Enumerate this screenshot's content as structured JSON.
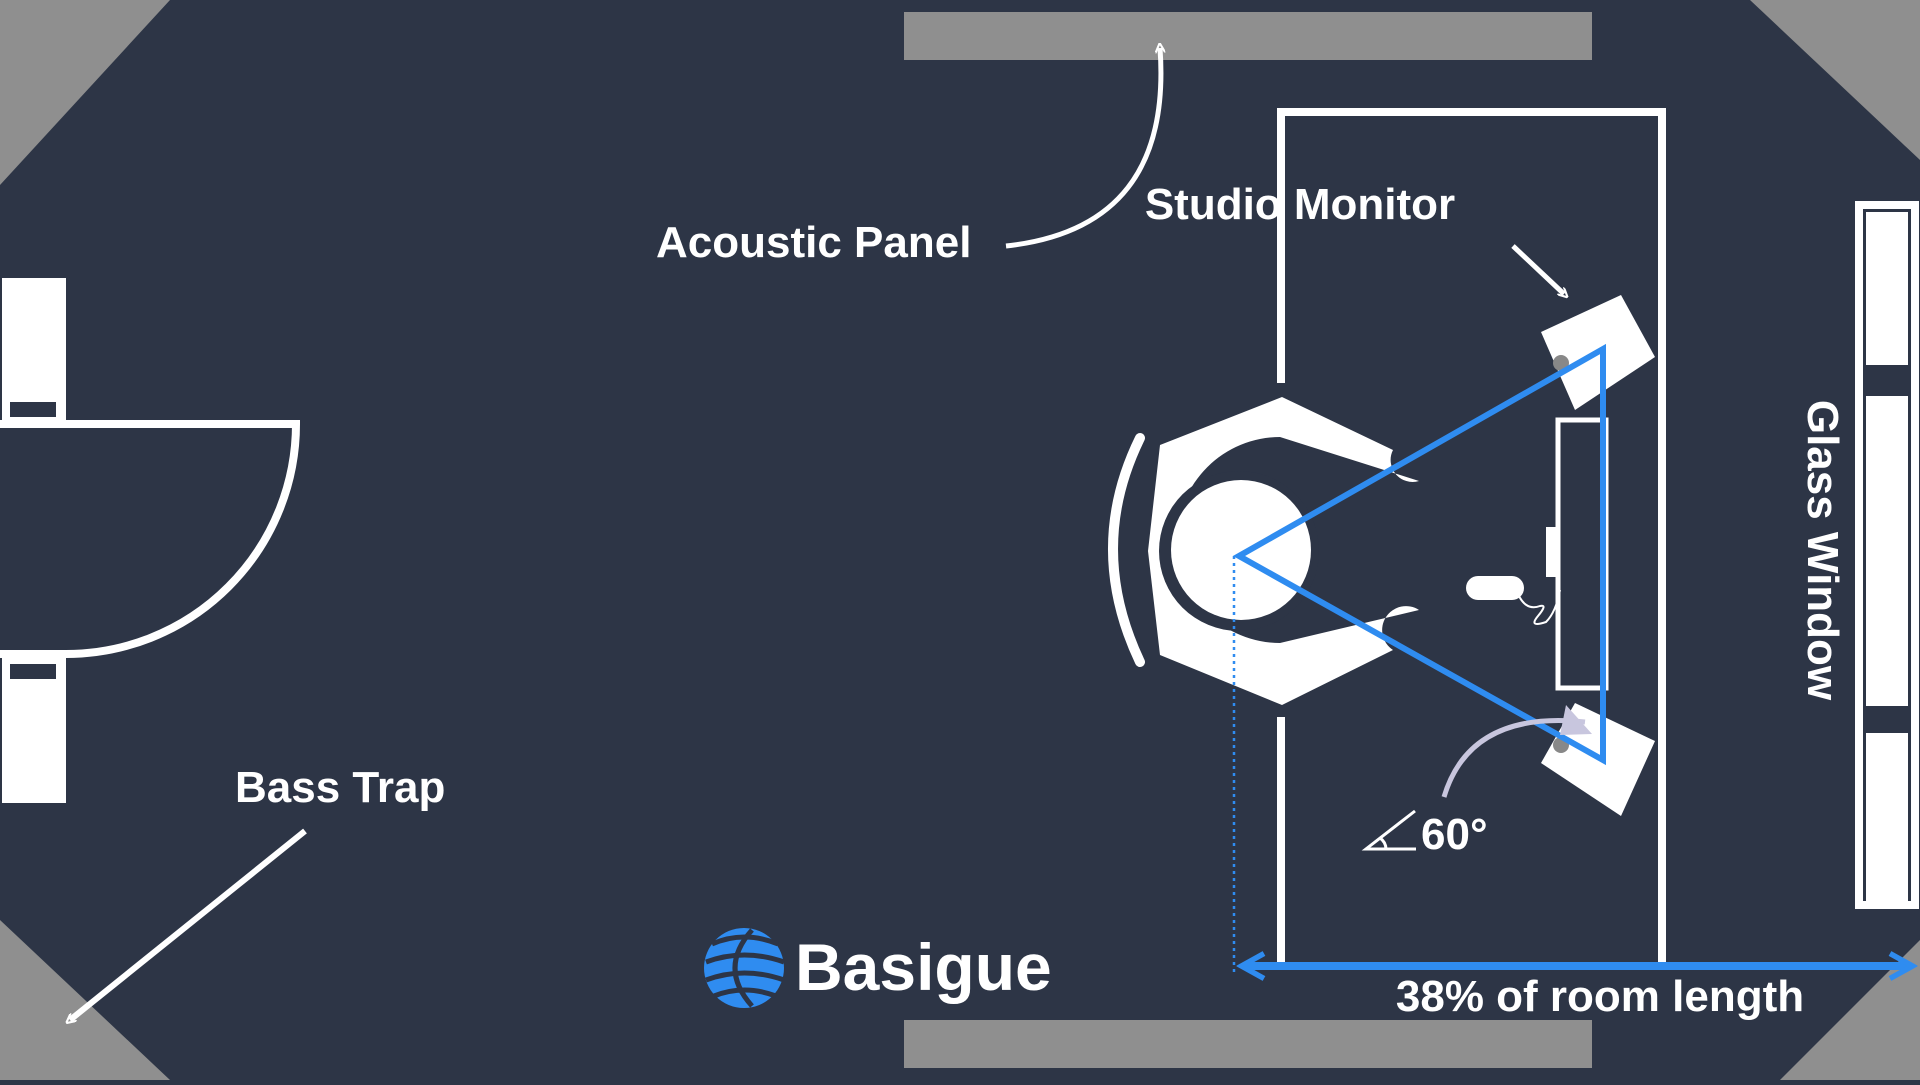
{
  "diagram": {
    "labels": {
      "acoustic_panel": "Acoustic Panel",
      "studio_monitor": "Studio Monitor",
      "glass_window": "Glass Window",
      "bass_trap": "Bass Trap",
      "angle": "60°",
      "distance": "38% of room length"
    },
    "brand": {
      "name": "Basigue"
    },
    "colors": {
      "background": "#2d3546",
      "foreground": "#ffffff",
      "accent": "#2f8cf0",
      "panel": "#8f8f8f",
      "angle_arrow": "#c8c6de"
    },
    "angle_degrees": 60,
    "distance_fraction_of_room_length": 0.38
  }
}
